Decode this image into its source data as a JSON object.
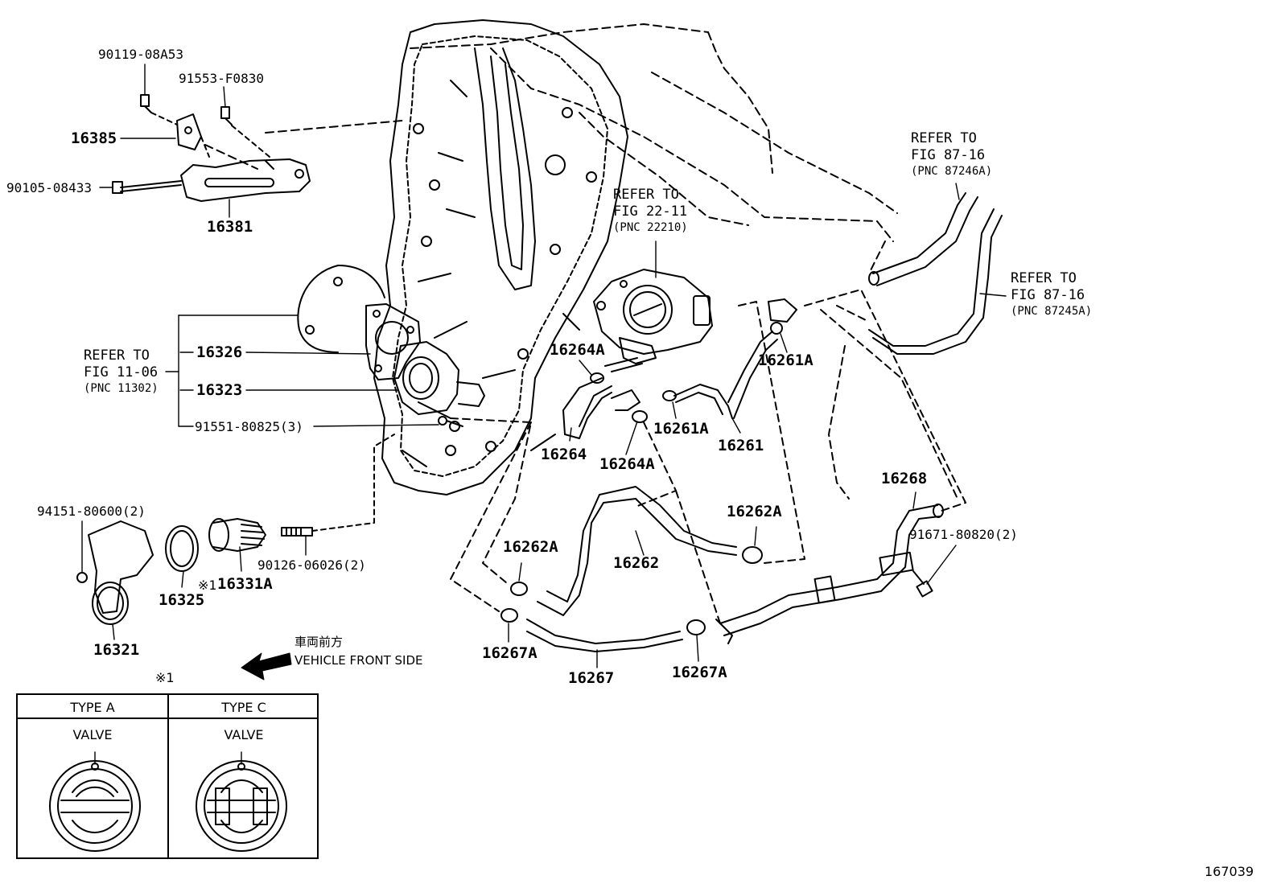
{
  "diagram_id": "167039",
  "front_note": {
    "jp": "車両前方",
    "en": "VEHICLE FRONT SIDE"
  },
  "legend": {
    "marker": "※1",
    "type_a": "TYPE A",
    "type_c": "TYPE C",
    "valve": "VALVE"
  },
  "refs": {
    "fig_87_16_a": {
      "line1": "REFER TO",
      "line2": "FIG 87-16",
      "pnc": "(PNC 87246A)"
    },
    "fig_87_16_b": {
      "line1": "REFER TO",
      "line2": "FIG 87-16",
      "pnc": "(PNC 87245A)"
    },
    "fig_22_11": {
      "line1": "REFER TO",
      "line2": "FIG 22-11",
      "pnc": "(PNC 22210)"
    },
    "fig_11_06": {
      "line1": "REFER TO",
      "line2": "FIG 11-06",
      "pnc": "(PNC 11302)"
    }
  },
  "parts": {
    "p90119": "90119-08A53",
    "p91553": "91553-F0830",
    "p16385": "16385",
    "p90105": "90105-08433",
    "p16381": "16381",
    "p16326": "16326",
    "p16323": "16323",
    "p91551": "91551-80825(3)",
    "p94151": "94151-80600(2)",
    "p16321": "16321",
    "p16325": "16325",
    "p16331a_marker": "※1",
    "p16331a": "16331A",
    "p90126": "90126-06026(2)",
    "p16264a_top": "16264A",
    "p16264": "16264",
    "p16264a_bot": "16264A",
    "p16261a_mid": "16261A",
    "p16261a_right": "16261A",
    "p16261": "16261",
    "p16262a_left": "16262A",
    "p16262": "16262",
    "p16262a_right": "16262A",
    "p16267a_left": "16267A",
    "p16267": "16267",
    "p16267a_right": "16267A",
    "p16268": "16268",
    "p91671": "91671-80820(2)"
  }
}
